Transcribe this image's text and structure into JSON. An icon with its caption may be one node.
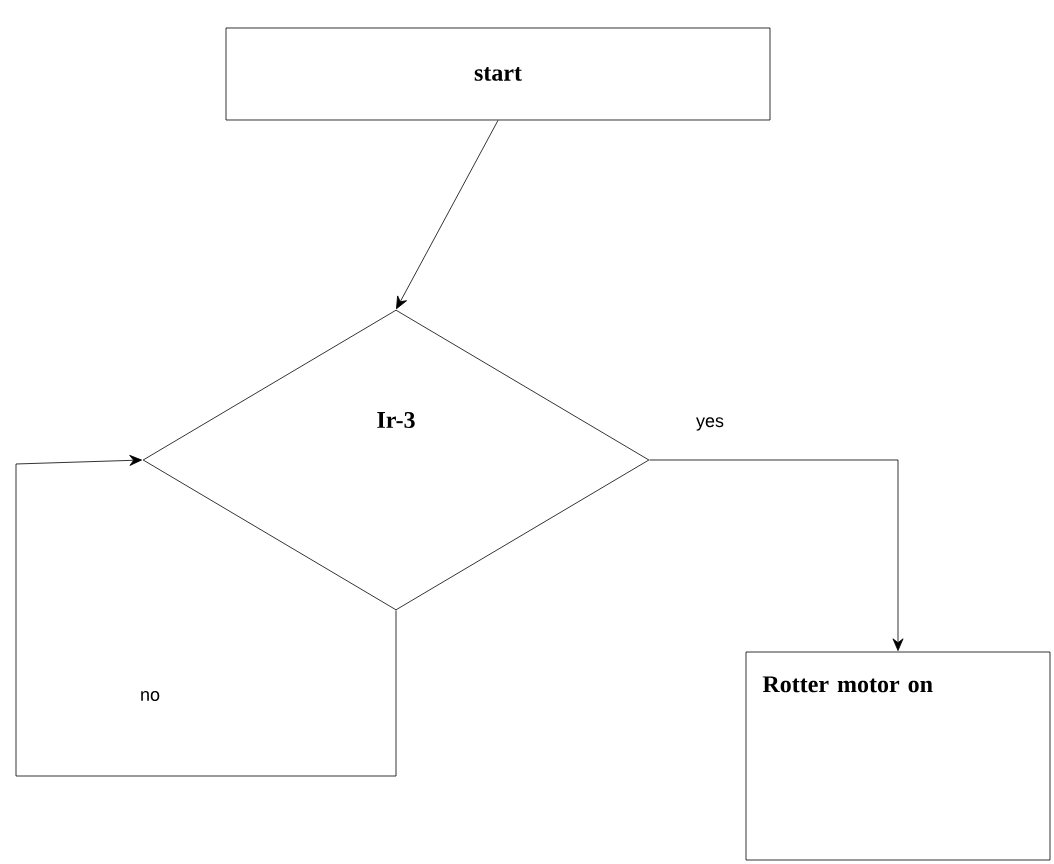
{
  "diagram": {
    "nodes": [
      {
        "text": [
          "start"
        ]
      },
      {
        "text": [
          "Ir-3"
        ]
      },
      {
        "text": [
          "Rotter motor on"
        ]
      }
    ],
    "edges": [
      {
        "from": 0,
        "to": 1,
        "arrow": "to"
      },
      {
        "from": 1,
        "to": 2,
        "arrow": "to",
        "label": "yes"
      },
      {
        "from": 1,
        "to": 1,
        "arrow": "to",
        "label": "no"
      }
    ]
  }
}
